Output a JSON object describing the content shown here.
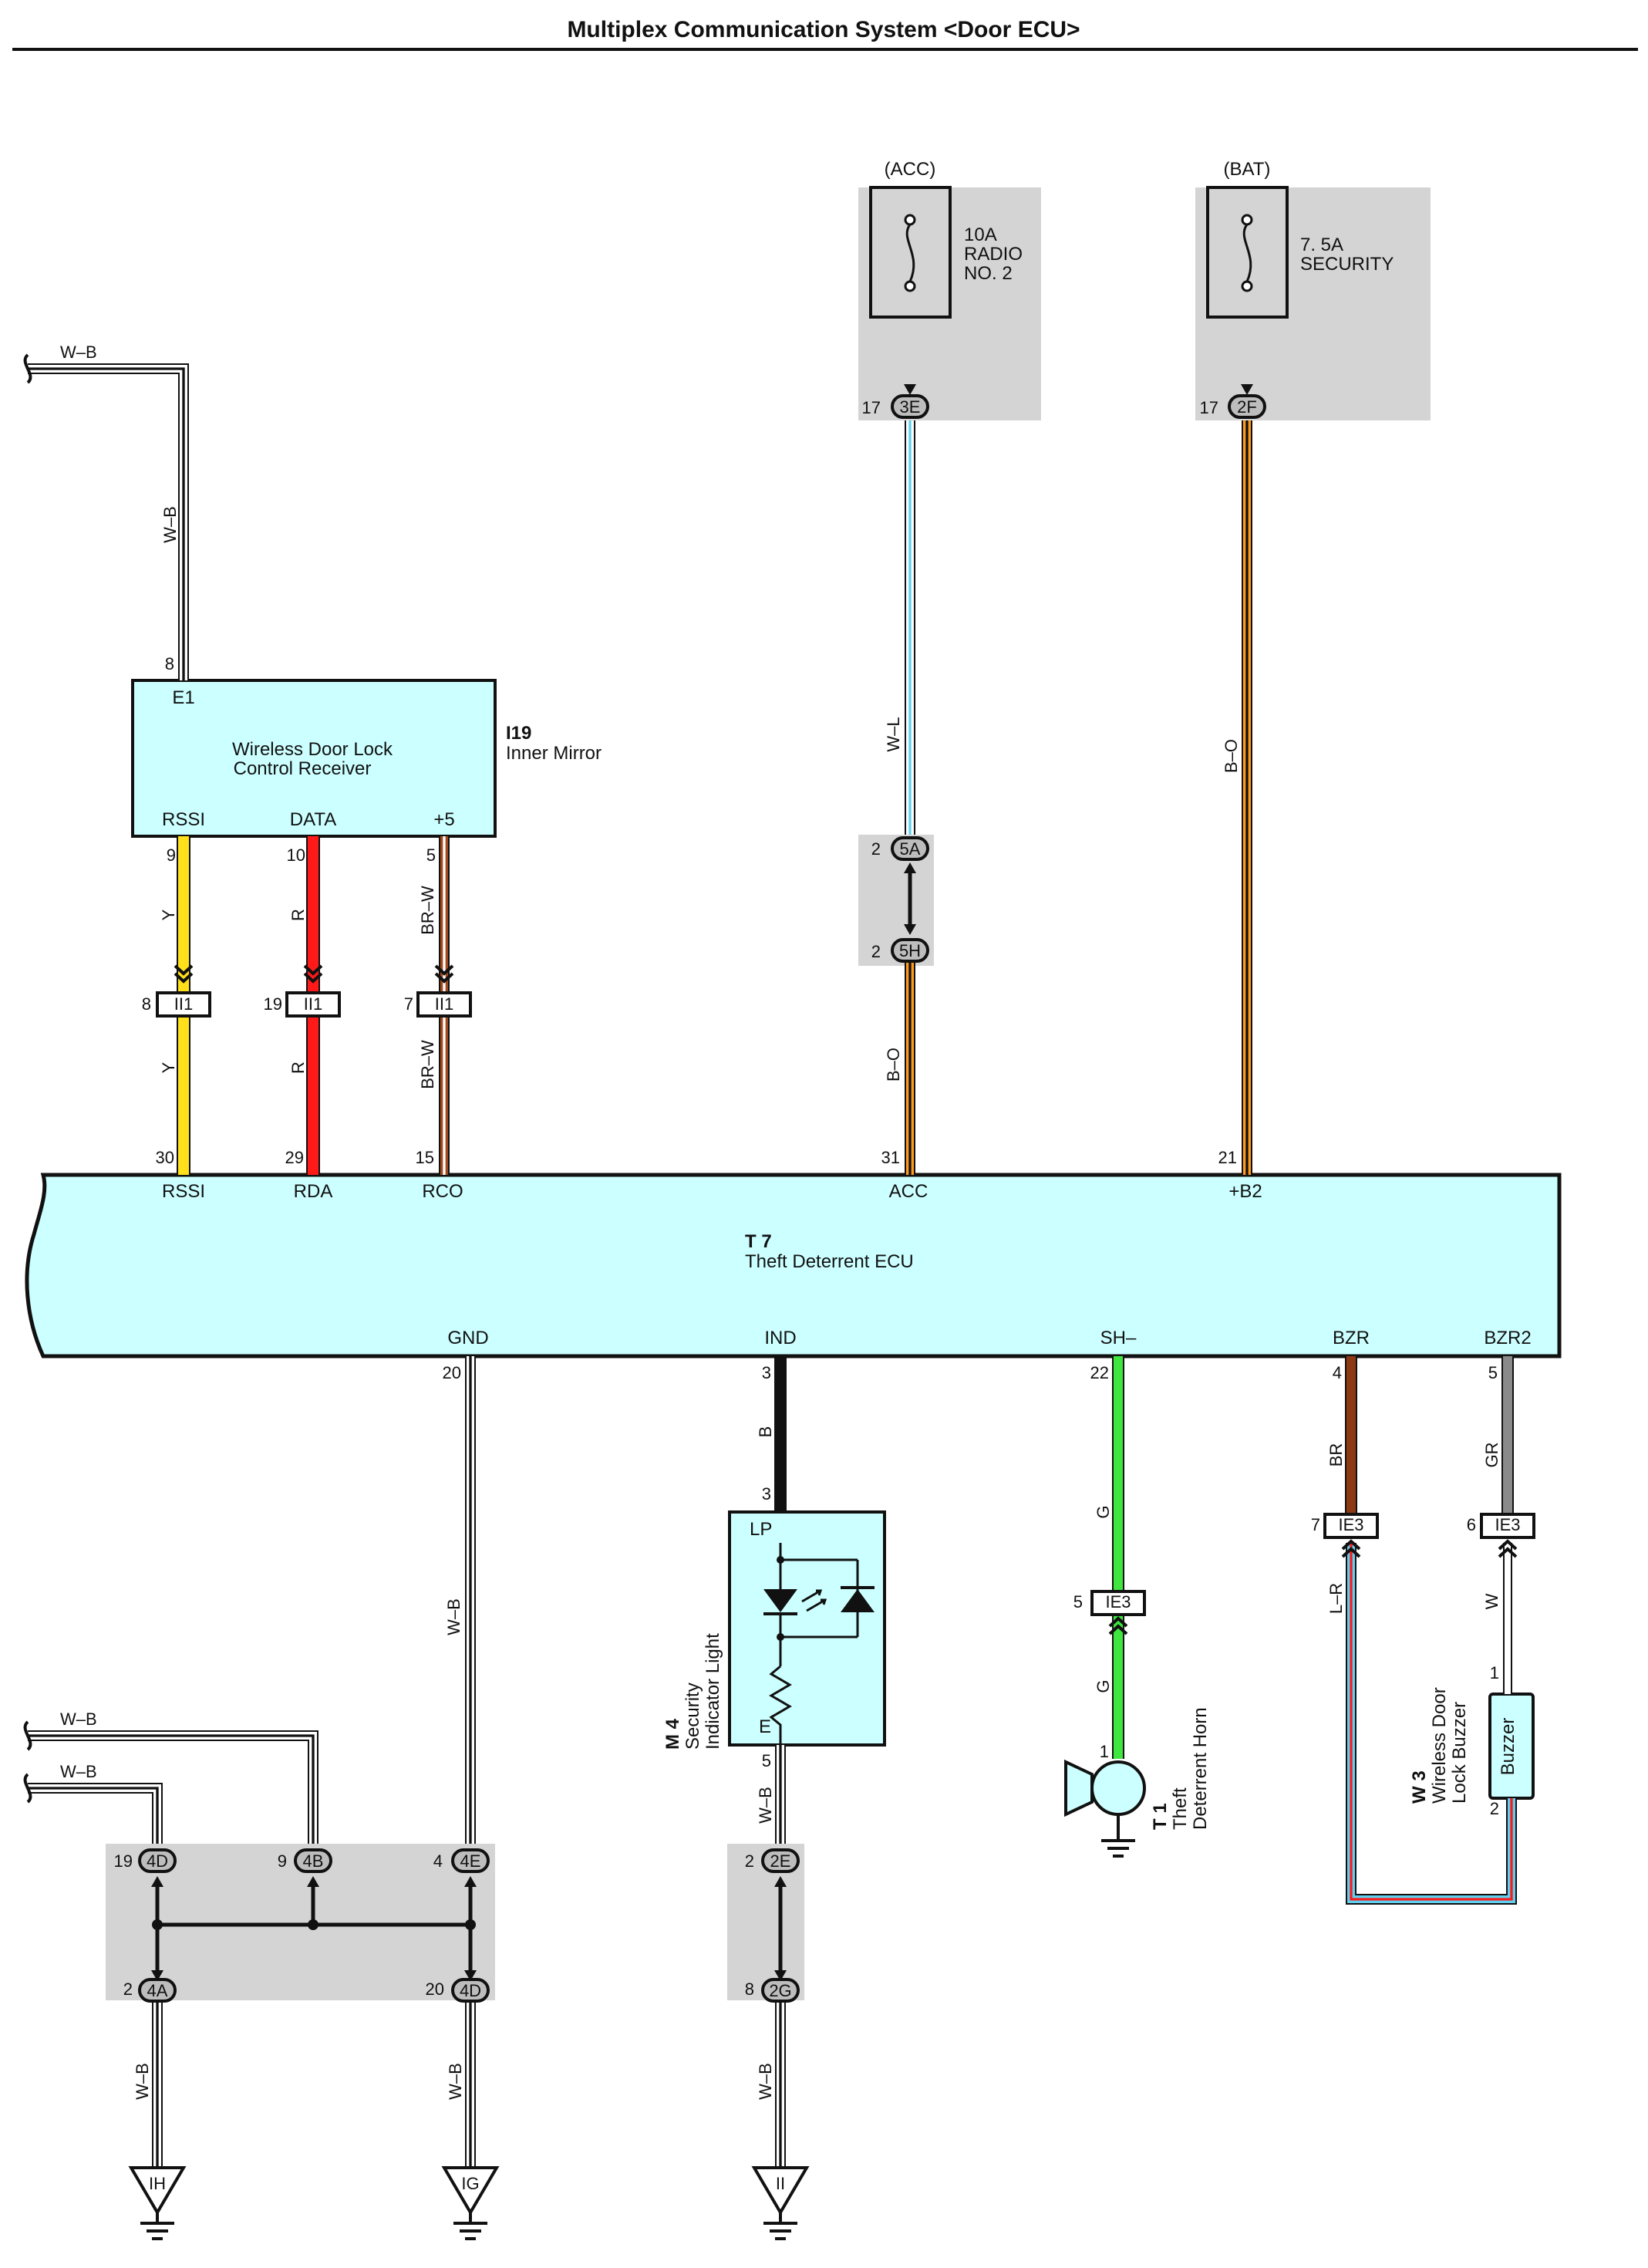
{
  "title": "Multiplex Communication System <Door ECU>",
  "colors": {
    "W-B": [
      "#ffffff",
      "#111111"
    ],
    "W-L": [
      "#ffffff",
      "#5fd0f0"
    ],
    "B-O": [
      "#ff9a1a",
      "#111111"
    ],
    "Y": [
      "#ffe01a"
    ],
    "R": [
      "#ff1a1a"
    ],
    "BR-W": [
      "#a0481e",
      "#ffffff"
    ],
    "B": [
      "#111111"
    ],
    "G": [
      "#3ee63e"
    ],
    "BR": [
      "#8b3a14"
    ],
    "GR": [
      "#8a8a8a"
    ],
    "W": [
      "#ffffff"
    ],
    "L-R": [
      "#5fd0f0",
      "#ff1a1a"
    ],
    "component_fill": "#ccffff",
    "junction_fill": "#d4d4d4"
  },
  "power": {
    "acc": {
      "source": "(ACC)",
      "fuse_amp": "10A",
      "fuse_name_1": "RADIO",
      "fuse_name_2": "NO. 2",
      "pin": "17",
      "connector": "3E"
    },
    "bat": {
      "source": "(BAT)",
      "fuse_amp": "7. 5A",
      "fuse_name": "SECURITY",
      "pin": "17",
      "connector": "2F"
    }
  },
  "receiver": {
    "code": "I19",
    "location": "Inner Mirror",
    "name_line1": "Wireless Door Lock",
    "name_line2": "Control Receiver",
    "ground_terminal": "E1",
    "ground_pin": "8",
    "terminals": [
      {
        "label": "RSSI",
        "pin": "9"
      },
      {
        "label": "DATA",
        "pin": "10"
      },
      {
        "label": "+5",
        "pin": "5"
      }
    ]
  },
  "inline_connectors": [
    {
      "pin": "8",
      "code": "II1",
      "wire": "Y"
    },
    {
      "pin": "19",
      "code": "II1",
      "wire": "R"
    },
    {
      "pin": "7",
      "code": "II1",
      "wire": "BR-W"
    }
  ],
  "junction_5": {
    "top_pin": "2",
    "top_code": "5A",
    "bottom_pin": "2",
    "bottom_code": "5H"
  },
  "ecu": {
    "code": "T 7",
    "name": "Theft Deterrent ECU",
    "top_terminals": [
      {
        "label": "RSSI",
        "pin": "30"
      },
      {
        "label": "RDA",
        "pin": "29"
      },
      {
        "label": "RCO",
        "pin": "15"
      },
      {
        "label": "ACC",
        "pin": "31"
      },
      {
        "label": "+B2",
        "pin": "21"
      }
    ],
    "bottom_terminals": [
      {
        "label": "GND",
        "pin": "20"
      },
      {
        "label": "IND",
        "pin": "3"
      },
      {
        "label": "SH–",
        "pin": "22"
      },
      {
        "label": "BZR",
        "pin": "4"
      },
      {
        "label": "BZR2",
        "pin": "5"
      }
    ]
  },
  "wire_labels": {
    "wb": "W–B",
    "wl": "W–L",
    "bo": "B–O",
    "y": "Y",
    "r": "R",
    "brw": "BR–W",
    "b": "B",
    "g": "G",
    "br": "BR",
    "gr": "GR",
    "lr": "L–R",
    "w": "W"
  },
  "indicator": {
    "code": "M 4",
    "name_line1": "Security",
    "name_line2": "Indicator Light",
    "in_pin": "3",
    "out_pin": "5",
    "terminal_lp": "LP",
    "terminal_e": "E"
  },
  "horn": {
    "code": "T 1",
    "name_line1": "Theft",
    "name_line2": "Deterrent Horn",
    "pin": "1"
  },
  "buzzer": {
    "code": "W 3",
    "name_line1": "Wireless Door",
    "name_line2": "Lock Buzzer",
    "label": "Buzzer",
    "pin_top": "1",
    "pin_bottom": "2"
  },
  "ie3_connectors": [
    {
      "pin": "5",
      "code": "IE3"
    },
    {
      "pin": "7",
      "code": "IE3"
    },
    {
      "pin": "6",
      "code": "IE3"
    }
  ],
  "junction_4": {
    "top": [
      {
        "pin": "19",
        "code": "4D"
      },
      {
        "pin": "9",
        "code": "4B"
      },
      {
        "pin": "4",
        "code": "4E"
      }
    ],
    "bottom": [
      {
        "pin": "2",
        "code": "4A"
      },
      {
        "pin": "20",
        "code": "4D"
      }
    ]
  },
  "junction_2": {
    "top_pin": "2",
    "top_code": "2E",
    "bottom_pin": "8",
    "bottom_code": "2G"
  },
  "grounds": [
    "IH",
    "IG",
    "II"
  ]
}
